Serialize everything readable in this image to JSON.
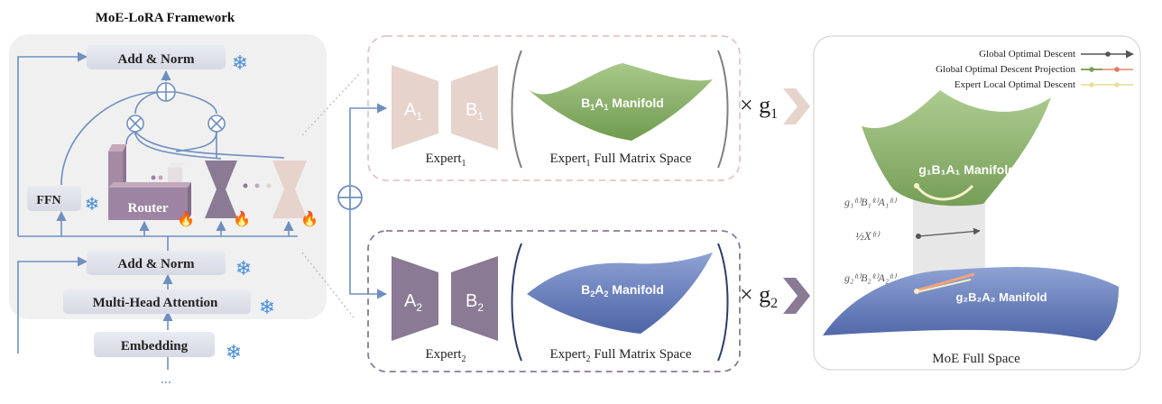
{
  "framework": {
    "title": "MoE-LoRA Framework",
    "add_norm_top": "Add & Norm",
    "add_norm_bottom": "Add & Norm",
    "ffn": "FFN",
    "router": "Router",
    "multi_head_attention": "Multi-Head Attention",
    "embedding": "Embedding",
    "ellipsis": "..."
  },
  "expert1": {
    "a_label": "A",
    "a_sub": "1",
    "b_label": "B",
    "b_sub": "1",
    "name": "Expert",
    "name_sub": "1",
    "manifold": "B",
    "manifold_sub1": "1",
    "manifold_mid": "A",
    "manifold_sub2": "1",
    "manifold_tail": " Manifold",
    "space": "Expert",
    "space_sub": "1",
    "space_tail": " Full Matrix Space",
    "gate": "× g",
    "gate_sub": "1"
  },
  "expert2": {
    "a_label": "A",
    "a_sub": "2",
    "b_label": "B",
    "b_sub": "2",
    "name": "Expert",
    "name_sub": "2",
    "manifold": "B",
    "manifold_sub1": "2",
    "manifold_mid": "A",
    "manifold_sub2": "2",
    "manifold_tail": " Manifold",
    "space": "Expert",
    "space_sub": "2",
    "space_tail": " Full Matrix Space",
    "gate": "× g",
    "gate_sub": "2"
  },
  "moe_space": {
    "legend": [
      {
        "label": "Global Optimal Descent",
        "color": "#555555"
      },
      {
        "label": "Global Optimal Descent Projection",
        "color": "#7aa05a"
      },
      {
        "label": "Expert Local Optimal Descent",
        "color": "#e6e0a0"
      }
    ],
    "upper_manifold": "g₁B₁A₁ Manifold",
    "lower_manifold": "g₂B₂A₂ Manifold",
    "term_upper": "g₁⁽ᵗ⁾B₁⁽ᵗ⁾A₁⁽ᵗ⁾",
    "term_mid": "½X⁽ᵗ⁾",
    "term_lower": "g₂⁽ᵗ⁾B₂⁽ᵗ⁾A₂⁽ᵗ⁾",
    "caption": "MoE Full Space"
  },
  "colors": {
    "expert1": "#e6d3cc",
    "expert2": "#8a7a94",
    "green": "#8fb56f",
    "blue": "#6d84bd",
    "line": "#6f8fbf"
  }
}
